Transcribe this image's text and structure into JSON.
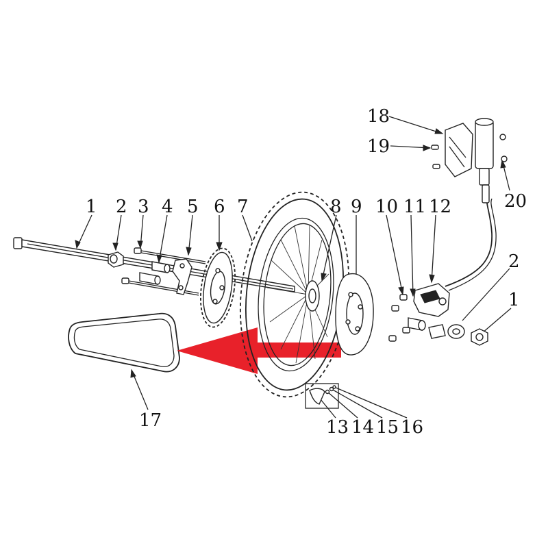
{
  "diagram": {
    "callouts": [
      {
        "id": "1",
        "text": "1"
      },
      {
        "id": "2",
        "text": "2"
      },
      {
        "id": "3",
        "text": "3"
      },
      {
        "id": "4",
        "text": "4"
      },
      {
        "id": "5",
        "text": "5"
      },
      {
        "id": "6",
        "text": "6"
      },
      {
        "id": "7",
        "text": "7"
      },
      {
        "id": "8",
        "text": "8"
      },
      {
        "id": "9",
        "text": "9"
      },
      {
        "id": "10",
        "text": "10"
      },
      {
        "id": "11",
        "text": "11"
      },
      {
        "id": "12",
        "text": "12"
      },
      {
        "id": "2b",
        "text": "2"
      },
      {
        "id": "1b",
        "text": "1"
      },
      {
        "id": "13",
        "text": "13"
      },
      {
        "id": "14",
        "text": "14"
      },
      {
        "id": "15",
        "text": "15"
      },
      {
        "id": "16",
        "text": "16"
      },
      {
        "id": "17",
        "text": "17"
      },
      {
        "id": "18",
        "text": "18"
      },
      {
        "id": "19",
        "text": "19"
      },
      {
        "id": "20",
        "text": "20"
      }
    ],
    "highlight_arrow_color": "#e8212a",
    "line_color": "#222222"
  }
}
